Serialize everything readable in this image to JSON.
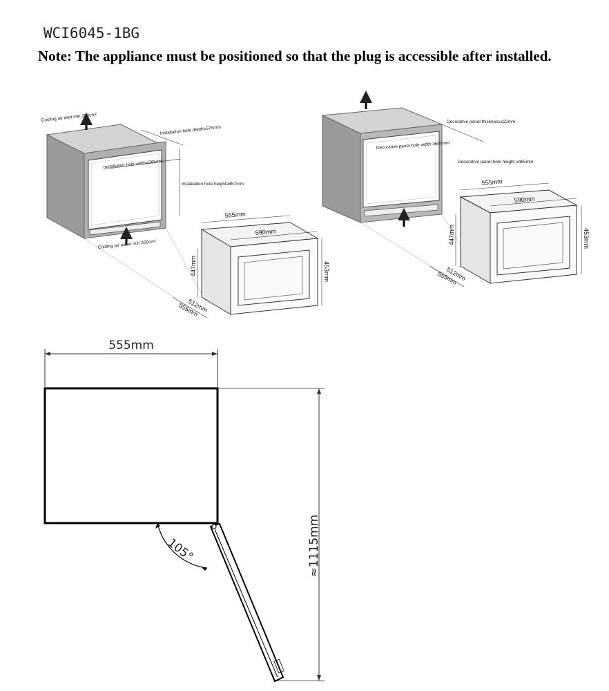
{
  "model": "WCI6045-1BG",
  "note": "Note: The appliance must be positioned so that the plug is accessible after installed.",
  "left_diagram": {
    "inlet": "Cooling air inlet min 200cm²",
    "outlet": "Cooling air outlet min 200cm²",
    "depth": "Installation hole depth≥575mm",
    "width": "Installation hole width≥565mm",
    "height": "Installation hole height≥457mm",
    "dim_555": "555mm",
    "dim_590": "590mm",
    "dim_447": "447mm",
    "dim_453": "453mm",
    "dim_512": "512mm",
    "dim_555b": "555mm"
  },
  "right_diagram": {
    "panel_thickness": "Decorative panel thickness≤22mm",
    "panel_width": "Decorative panel hole width ≥600mm",
    "panel_height": "Decorative panel hole height ≥465mm",
    "dim_555": "555mm",
    "dim_590": "590mm",
    "dim_447": "447mm",
    "dim_453": "453mm",
    "dim_512": "512mm",
    "dim_555b": "555mm"
  },
  "top_view": {
    "width": "555mm",
    "length": "≈1115mm",
    "angle": "105°"
  }
}
